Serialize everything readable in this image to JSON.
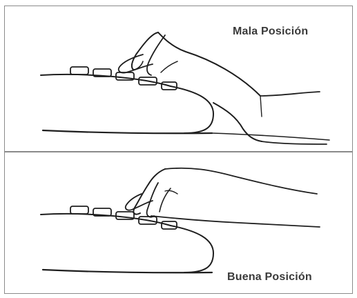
{
  "figure": {
    "panels": [
      {
        "caption": "Mala Posición",
        "icon": "hand-on-keyboard-bad-posture"
      },
      {
        "caption": "Buena Posición",
        "icon": "hand-on-keyboard-good-posture"
      }
    ]
  }
}
